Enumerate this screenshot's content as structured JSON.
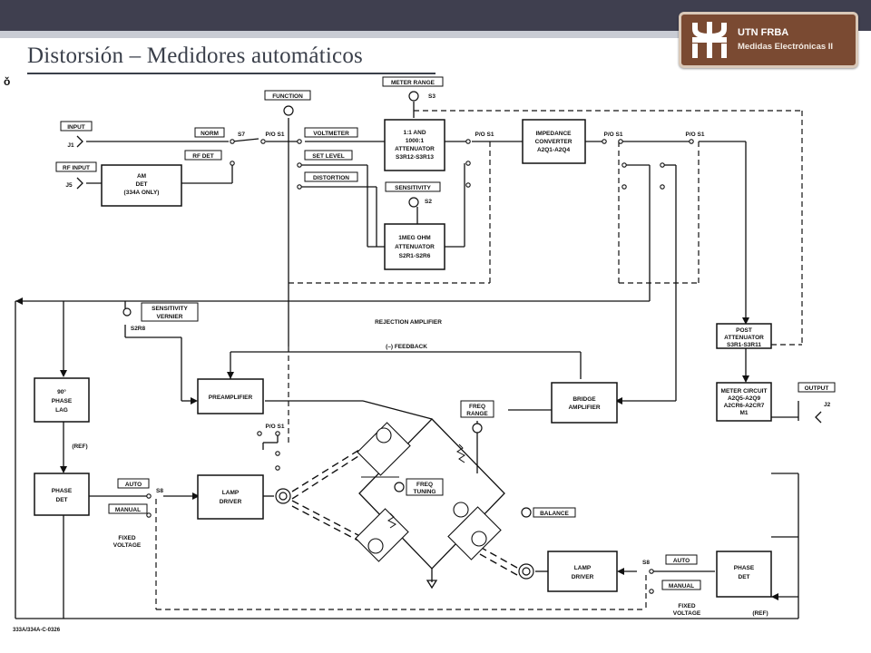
{
  "slide": {
    "title": "Distorsión – Medidores automáticos"
  },
  "logo": {
    "org": "UTN FRBA",
    "sub": "Medidas Electrónicas II",
    "icon": "utn-logo-icon"
  },
  "diagram": {
    "corner_glyph": "ǒ",
    "footer_code": "333A/334A-C-0326",
    "blocks": {
      "am_det": [
        "AM",
        "DET",
        "(334A ONLY)"
      ],
      "attenuator": [
        "1:1 AND",
        "1000:1",
        "ATTENUATOR",
        "S3R12-S3R13"
      ],
      "meg_attenuator": [
        "1MEG OHM",
        "ATTENUATOR",
        "S2R1-S2R6"
      ],
      "impedance_converter": [
        "IMPEDANCE",
        "CONVERTER",
        "A2Q1-A2Q4"
      ],
      "post_attenuator": [
        "POST",
        "ATTENUATOR",
        "S3R1-S3R11"
      ],
      "meter_circuit": [
        "METER CIRCUIT",
        "A2Q5-A2Q9",
        "A2CR6-A2CR7",
        "M1"
      ],
      "phase_lag": [
        "90°",
        "PHASE",
        "LAG"
      ],
      "phase_det_left": [
        "PHASE",
        "DET"
      ],
      "phase_det_right": [
        "PHASE",
        "DET"
      ],
      "preamplifier": [
        "PREAMPLIFIER"
      ],
      "bridge_amplifier": [
        "BRIDGE",
        "AMPLIFIER"
      ],
      "lamp_driver_left": [
        "LAMP",
        "DRIVER"
      ],
      "lamp_driver_right": [
        "LAMP",
        "DRIVER"
      ]
    },
    "labels": {
      "input": "INPUT",
      "j1": "J1",
      "rf_input": "RF INPUT",
      "j5": "J5",
      "norm": "NORM",
      "s7": "S7",
      "rf_det": "RF DET",
      "function": "FUNCTION",
      "po_s1": "P/O S1",
      "voltmeter": "VOLTMETER",
      "set_level": "SET LEVEL",
      "distortion": "DISTORTION",
      "meter_range": "METER RANGE",
      "s3": "S3",
      "sensitivity": "SENSITIVITY",
      "s2": "S2",
      "sensitivity_vernier": [
        "SENSITIVITY",
        "VERNIER"
      ],
      "s2r8": "S2R8",
      "rejection_amplifier": "REJECTION AMPLIFIER",
      "feedback": "(–) FEEDBACK",
      "output": "OUTPUT",
      "j2": "J2",
      "ref": "(REF)",
      "freq_range": [
        "FREQ",
        "RANGE"
      ],
      "freq_tuning": [
        "FREQ",
        "TUNING"
      ],
      "balance": "BALANCE",
      "auto": "AUTO",
      "manual": "MANUAL",
      "s8": "S8",
      "fixed_voltage": [
        "FIXED",
        "VOLTAGE"
      ]
    }
  }
}
